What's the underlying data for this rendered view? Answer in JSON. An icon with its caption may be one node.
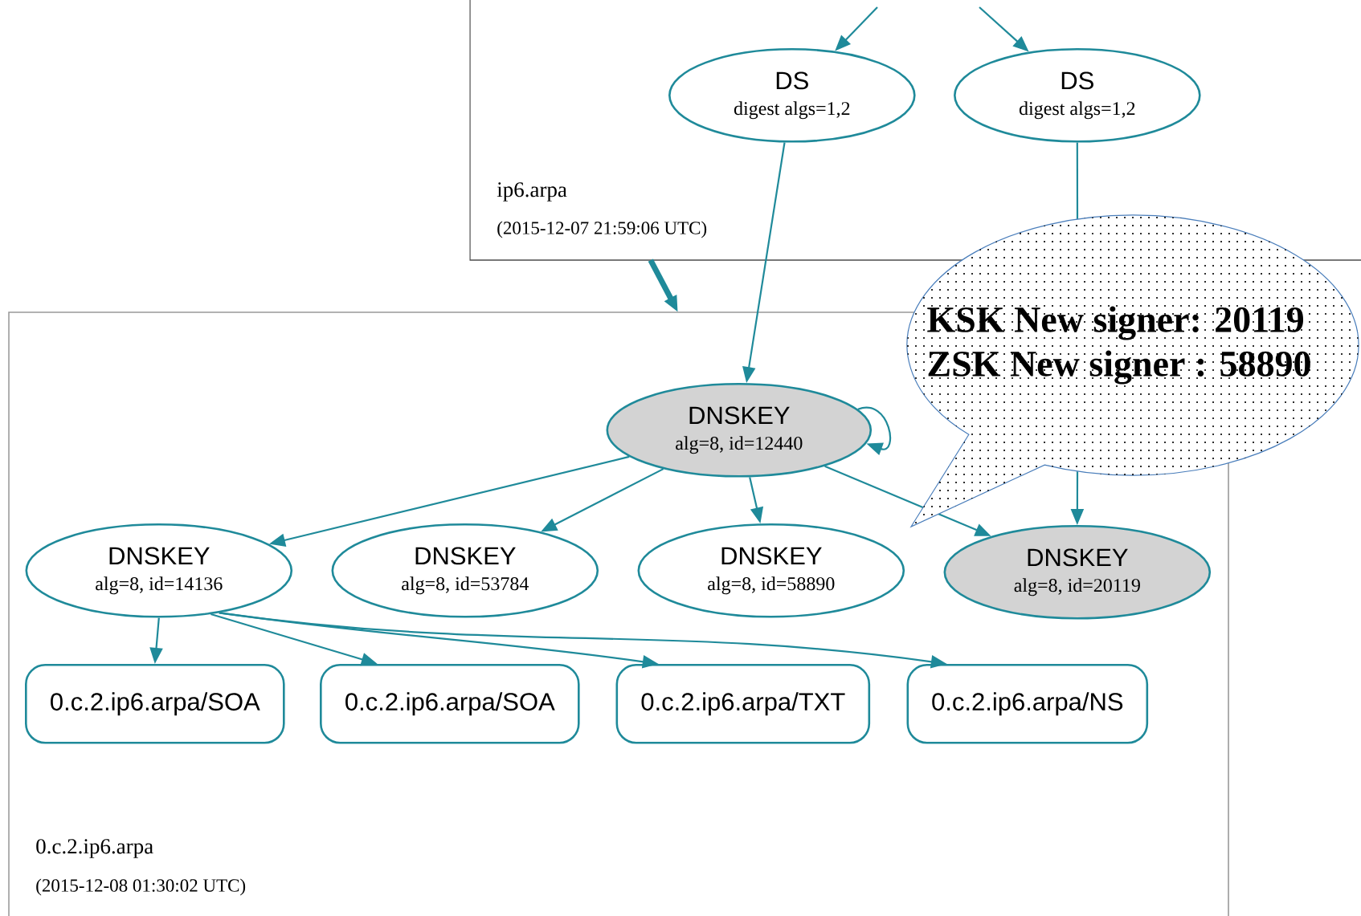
{
  "diagram": {
    "nodes": [
      {
        "text": [
          "ip6.arpa",
          "(2015-12-07 21:59:06 UTC)"
        ]
      },
      {
        "text": [
          "DS",
          "digest algs=1,2"
        ],
        "in": 0
      },
      {
        "text": [
          "DS",
          "digest algs=1,2"
        ],
        "in": 0
      },
      {
        "text": [
          "0.c.2.ip6.arpa",
          "(2015-12-08 01:30:02 UTC)"
        ]
      },
      {
        "text": [
          "DNSKEY",
          "alg=8, id=12440"
        ],
        "in": 3
      },
      {
        "text": [
          "DNSKEY",
          "alg=8, id=14136"
        ],
        "in": 3
      },
      {
        "text": [
          "DNSKEY",
          "alg=8, id=53784"
        ],
        "in": 3
      },
      {
        "text": [
          "DNSKEY",
          "alg=8, id=58890"
        ],
        "in": 3
      },
      {
        "text": [
          "DNSKEY",
          "alg=8, id=20119"
        ],
        "in": 3
      },
      {
        "text": [
          "0.c.2.ip6.arpa/SOA"
        ],
        "in": 3
      },
      {
        "text": [
          "0.c.2.ip6.arpa/SOA"
        ],
        "in": 3
      },
      {
        "text": [
          "0.c.2.ip6.arpa/TXT"
        ],
        "in": 3
      },
      {
        "text": [
          "0.c.2.ip6.arpa/NS"
        ],
        "in": 3
      },
      {
        "text": [
          "KSK New signer: 20119",
          "ZSK New signer : 58890"
        ]
      }
    ],
    "edges": [
      {
        "from": null,
        "to": 1,
        "arrow": "to"
      },
      {
        "from": null,
        "to": 2,
        "arrow": "to"
      },
      {
        "from": 1,
        "to": 4,
        "arrow": "to"
      },
      {
        "from": 2,
        "to": 8,
        "arrow": "to"
      },
      {
        "from": 0,
        "to": 3,
        "arrow": "to",
        "style": "thick"
      },
      {
        "from": 4,
        "to": 4,
        "arrow": "to"
      },
      {
        "from": 4,
        "to": 5,
        "arrow": "to"
      },
      {
        "from": 4,
        "to": 6,
        "arrow": "to"
      },
      {
        "from": 4,
        "to": 7,
        "arrow": "to"
      },
      {
        "from": 4,
        "to": 8,
        "arrow": "to"
      },
      {
        "from": 5,
        "to": 9,
        "arrow": "to"
      },
      {
        "from": 5,
        "to": 10,
        "arrow": "to"
      },
      {
        "from": 5,
        "to": 11,
        "arrow": "to"
      },
      {
        "from": 5,
        "to": 12,
        "arrow": "to"
      }
    ]
  }
}
